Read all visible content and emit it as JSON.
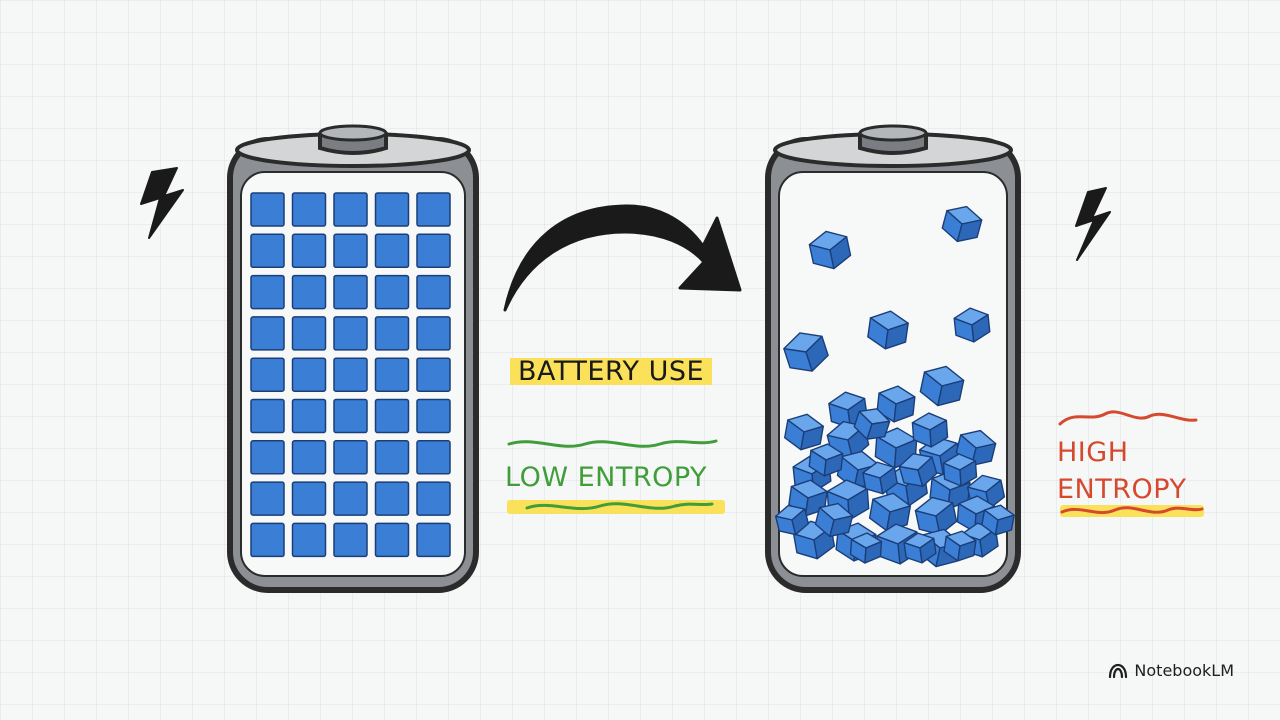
{
  "labels": {
    "battery_use": "BATTERY USE",
    "low_entropy": "LOW ENTROPY",
    "high_entropy_line1": "HIGH",
    "high_entropy_line2": "ENTROPY"
  },
  "brand": {
    "name": "NotebookLM",
    "icon": "notebooklm-logo-icon"
  },
  "diagram": {
    "left_battery": {
      "state": "charged",
      "cubes": 45,
      "arrangement": "ordered grid"
    },
    "right_battery": {
      "state": "used",
      "cubes": 40,
      "arrangement": "scattered pile"
    },
    "icons": [
      "lightning-bolt-icon",
      "curved-arrow-icon",
      "lightning-bolt-icon"
    ]
  },
  "colors": {
    "cube_blue": "#3a7fd5",
    "battery_outline": "#2b2b2b",
    "battery_shell": "#8c9094",
    "highlight_yellow": "#fbe15a",
    "low_entropy_green": "#3f9e3a",
    "high_entropy_red": "#d54a2f"
  }
}
